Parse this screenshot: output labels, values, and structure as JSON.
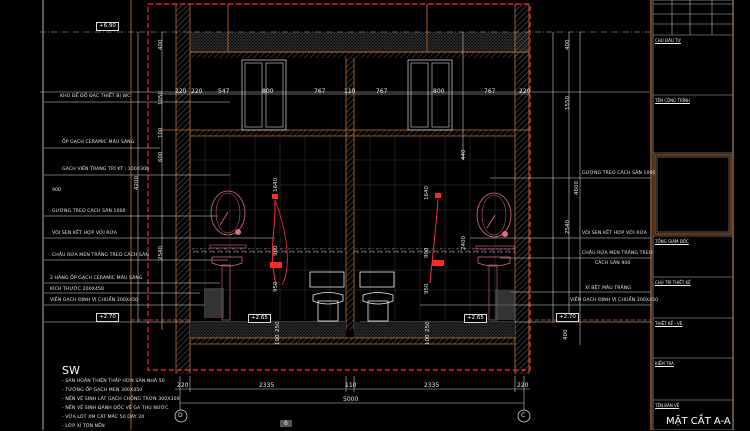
{
  "drawing": {
    "title": "MẶT CẮT A-A",
    "levels": {
      "top": "+6.90",
      "floor_left": "+2.70",
      "floor_right": "+2.70",
      "wet_left": "+2.65",
      "wet_right": "+2.65"
    },
    "left_annotations": [
      "KHO ĐỂ ĐỒ ĐẠC THIẾT BỊ WC",
      "ỐP GẠCH CERAMIC MÀU SÁNG",
      "GẠCH VIỀN TRANG TRÍ KT : 100X300",
      "900",
      "GƯƠNG TREO CÁCH SÀN 1000",
      "VÒI SEN KẾT HỢP VỚI RỬA",
      "CHẬU RỬA MEN TRẮNG TREO CÁCH SÀN",
      "2 HÀNG ỐP GẠCH CERAMIC MÀU SÁNG",
      "KÍCH THƯỚC 200X450",
      "VIỀN GẠCH ĐỊNH VỊ CHUẨN 300X450"
    ],
    "right_annotations": [
      "GƯƠNG TREO CÁCH SÀN 1000",
      "VÒI SEN KẾT HỢP VỚI RỬA",
      "CHẬU RỬA MEN TRẮNG TREO",
      "CÁCH SÀN 900",
      "XÍ BỆT MÀU TRẮNG",
      "VIỀN GẠCH ĐỊNH VỊ CHUẨN 300X450"
    ],
    "notes": {
      "title": "SW",
      "items": [
        "- SÀN HOÀN THIỆN THẤP HƠN SÀN NHÀ 50",
        "- TƯỜNG ỐP GẠCH MEN 300X450",
        "- NỀN VỆ SINH LÁT GẠCH CHỐNG TRƠN 300X300",
        "- NỀN VỆ SINH ĐÁNH DỐC VỀ GA THU NƯỚC",
        "- VỮA LÓT XM CÁT MÁC 50 DÀY 20",
        "- LỚP XỈ TÔN NỀN"
      ]
    },
    "top_dims": [
      "220",
      "220",
      "547",
      "800",
      "767",
      "110",
      "767",
      "800",
      "767",
      "220"
    ],
    "bottom_dims": [
      "220",
      "2335",
      "110",
      "2335",
      "220"
    ],
    "overall_dim": "5000",
    "left_vdims": [
      "400",
      "1050",
      "100",
      "600",
      "4200",
      "2540"
    ],
    "right_vdims": [
      "400",
      "1550",
      "4600",
      "2540",
      "400"
    ],
    "inner_vdims": [
      "1640",
      "900",
      "950",
      "1640",
      "900",
      "950",
      "440",
      "2400",
      "100",
      "250",
      "100",
      "250"
    ],
    "axes": [
      "D",
      "C"
    ],
    "section_marker": "6"
  },
  "title_block": {
    "fields": [
      "CHỦ ĐẦU TƯ",
      "TÊN CÔNG TRÌNH",
      "TỔNG GIÁM ĐỐC",
      "CHỦ TRÌ THIẾT KẾ",
      "THIẾT KẾ - VẼ",
      "KIỂM TRA",
      "TÊN BẢN VẼ"
    ],
    "sheet_title": "MẶT CẮT A-A"
  },
  "colors": {
    "background": "#000000",
    "wall": "#c8702a",
    "cut_line": "#e0202a",
    "fixture_red": "#ff2a2a",
    "fixture_pink": "#e0707a",
    "line": "#d8d8d8"
  }
}
